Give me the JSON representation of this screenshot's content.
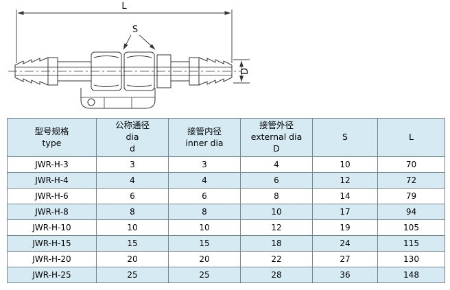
{
  "diagram": {
    "dim_labels": {
      "length": "L",
      "across_flats": "S",
      "diameter": "D"
    }
  },
  "table": {
    "headers": [
      {
        "lines": [
          "型号规格",
          "type"
        ]
      },
      {
        "lines": [
          "公称通径",
          "dia",
          "d"
        ]
      },
      {
        "lines": [
          "接管内径",
          "inner dia"
        ]
      },
      {
        "lines": [
          "接管外径",
          "external dia",
          "D"
        ]
      },
      {
        "lines": [
          "S"
        ]
      },
      {
        "lines": [
          "L"
        ]
      }
    ],
    "rows": [
      [
        "JWR-H-3",
        "3",
        "3",
        "4",
        "10",
        "70"
      ],
      [
        "JWR-H-4",
        "4",
        "4",
        "6",
        "12",
        "72"
      ],
      [
        "JWR-H-6",
        "6",
        "6",
        "8",
        "14",
        "79"
      ],
      [
        "JWR-H-8",
        "8",
        "8",
        "10",
        "17",
        "94"
      ],
      [
        "JWR-H-10",
        "10",
        "10",
        "12",
        "19",
        "105"
      ],
      [
        "JWR-H-15",
        "15",
        "15",
        "18",
        "24",
        "115"
      ],
      [
        "JWR-H-20",
        "20",
        "20",
        "22",
        "27",
        "130"
      ],
      [
        "JWR-H-25",
        "25",
        "25",
        "28",
        "36",
        "148"
      ]
    ],
    "colors": {
      "header_bg": "#d5eaf3",
      "alt_row_bg": "#d5eaf3",
      "row_bg": "#ffffff",
      "border": "#74848e",
      "line_color": "#333333"
    }
  }
}
